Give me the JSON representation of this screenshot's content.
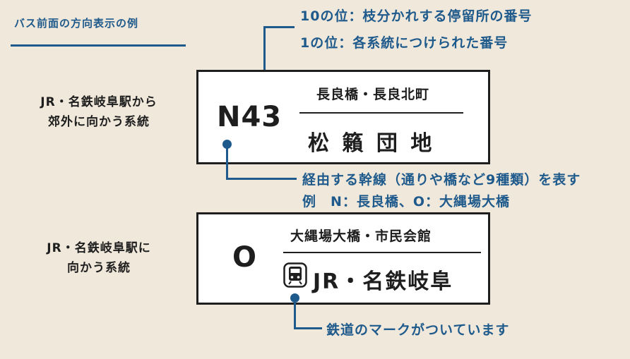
{
  "colors": {
    "background": "#f0e8da",
    "accent": "#1f5a8c",
    "ink": "#1e1e1e",
    "sign_bg": "#ffffff"
  },
  "title": "バス前面の方向表示の例",
  "annotations": {
    "tens_digit": "10の位：枝分かれする停留所の番号",
    "ones_digit": "1の位：各系統につけられた番号",
    "trunk_line": "経由する幹線（通りや橋など9種類）を表す",
    "trunk_example": "例　N：長良橋、O：大縄場大橋",
    "rail_mark": "鉄道のマークがついています"
  },
  "sign1": {
    "left_label_line1": "JR・名鉄岐阜駅から",
    "left_label_line2": "郊外に向かう系統",
    "number": "N43",
    "via": "長良橋・長良北町",
    "destination": "松 籟 団 地"
  },
  "sign2": {
    "left_label_line1": "JR・名鉄岐阜駅に",
    "left_label_line2": "向かう系統",
    "number": "O",
    "via": "大縄場大橋・市民会館",
    "destination": "JR・名鉄岐阜",
    "icon": "train-icon"
  }
}
